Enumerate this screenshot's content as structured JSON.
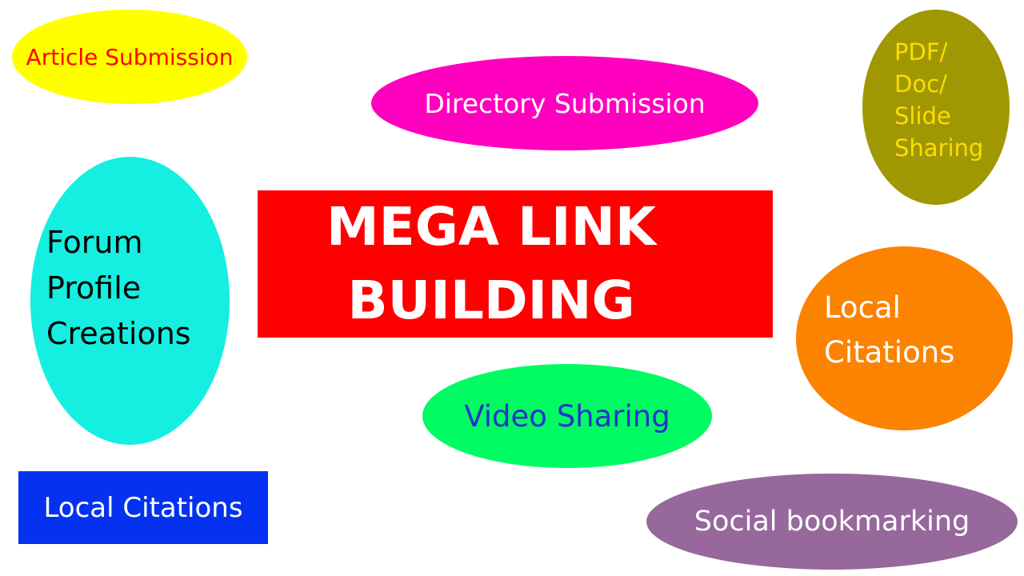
{
  "canvas": {
    "background": "#FFFFFF"
  },
  "title": {
    "label": "MEGA LINK\nBUILDING",
    "background": "#FF0000",
    "text_color": "#FFFFFF"
  },
  "bubbles": [
    {
      "name": "article-submission",
      "label": "Article Submission",
      "shape": "ellipse",
      "background": "#FFFF00",
      "text_color": "#FF0000"
    },
    {
      "name": "directory-submission",
      "label": "Directory Submission",
      "shape": "ellipse",
      "background": "#FF00BE",
      "text_color": "#FFFFFF"
    },
    {
      "name": "pdf-doc-slide-sharing",
      "label": "PDF/\nDoc/\nSlide\nSharing",
      "shape": "ellipse",
      "background": "#A09803",
      "text_color": "#FFDC00"
    },
    {
      "name": "forum-profile-creations",
      "label": "Forum\nProfile\nCreations",
      "shape": "ellipse",
      "background": "#14EFE1",
      "text_color": "#000000"
    },
    {
      "name": "local-citations-right",
      "label": "Local\nCitations",
      "shape": "ellipse",
      "background": "#FB8300",
      "text_color": "#FFFFFF"
    },
    {
      "name": "video-sharing",
      "label": "Video Sharing",
      "shape": "ellipse",
      "background": "#00FB63",
      "text_color": "#2533CB"
    },
    {
      "name": "local-citations-left",
      "label": "Local Citations",
      "shape": "rectangle",
      "background": "#0532F0",
      "text_color": "#FFFFFF"
    },
    {
      "name": "social-bookmarking",
      "label": "Social bookmarking",
      "shape": "ellipse",
      "background": "#97689C",
      "text_color": "#FFFFFF"
    }
  ]
}
